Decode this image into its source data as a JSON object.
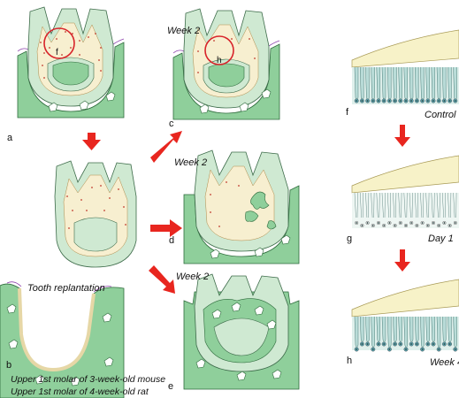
{
  "panels": {
    "a": "a",
    "b": "b",
    "c": "c",
    "d": "d",
    "e": "e",
    "f": "f",
    "g": "g",
    "h": "h"
  },
  "circle_labels": {
    "f": "f",
    "h": "h"
  },
  "timepoints": {
    "c": "Week 2",
    "d": "Week 2",
    "e": "Week 2"
  },
  "procedure": "Tooth replantation",
  "conditions": {
    "f": "Control",
    "g": "Day 1",
    "h": "Week 4"
  },
  "captions": [
    "Upper 1st molar of 3-week-old mouse",
    "Upper 1st molar of 4-week-old rat"
  ],
  "colors": {
    "bone": "#8fcf9b",
    "bone_stroke": "#2e6b3c",
    "enamel": "#f7f2c8",
    "dentin": "#cfe9d2",
    "pulp": "#f7efd0",
    "odontoblast": "#b9dcd8",
    "arrow": "#e8261f",
    "highlight_circle": "#d8232a",
    "cell_dots": "#c0392b"
  }
}
